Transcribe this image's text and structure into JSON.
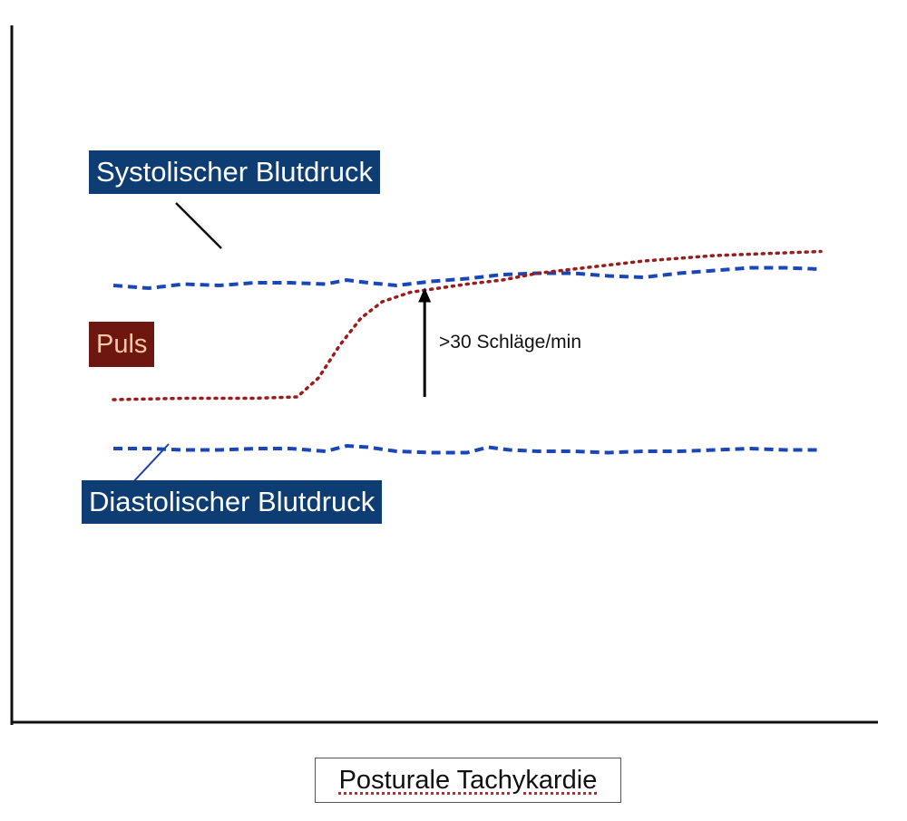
{
  "chart_data": {
    "type": "line",
    "title": "Posturale Tachykardie",
    "xlabel": "",
    "ylabel": "",
    "grid": false,
    "colors": {
      "systolic": "#1a47b8",
      "diastolic": "#1a47b8",
      "pulse": "#9e1b1b",
      "label_box_blue": "#0d3d73",
      "label_box_red": "#6e1710"
    },
    "series": [
      {
        "name": "Systolischer Blutdruck",
        "style": "dashed",
        "x": [
          0,
          0.05,
          0.1,
          0.15,
          0.2,
          0.25,
          0.3,
          0.33,
          0.36,
          0.4,
          0.45,
          0.5,
          0.55,
          0.6,
          0.65,
          0.7,
          0.75,
          0.8,
          0.85,
          0.9,
          0.95,
          1.0
        ],
        "values": [
          0.7,
          0.69,
          0.705,
          0.7,
          0.71,
          0.71,
          0.705,
          0.72,
          0.71,
          0.7,
          0.715,
          0.725,
          0.74,
          0.745,
          0.745,
          0.735,
          0.73,
          0.745,
          0.755,
          0.765,
          0.765,
          0.76
        ]
      },
      {
        "name": "Puls",
        "style": "dotted",
        "x": [
          0,
          0.1,
          0.2,
          0.26,
          0.29,
          0.32,
          0.35,
          0.38,
          0.42,
          0.46,
          0.5,
          0.55,
          0.6,
          0.65,
          0.7,
          0.75,
          0.8,
          0.85,
          0.9,
          0.95,
          1.0
        ],
        "values": [
          0.28,
          0.285,
          0.285,
          0.29,
          0.36,
          0.48,
          0.58,
          0.64,
          0.675,
          0.69,
          0.705,
          0.72,
          0.745,
          0.76,
          0.775,
          0.79,
          0.8,
          0.81,
          0.815,
          0.82,
          0.825
        ]
      },
      {
        "name": "Diastolischer Blutdruck",
        "style": "dashed",
        "x": [
          0,
          0.05,
          0.1,
          0.15,
          0.2,
          0.25,
          0.3,
          0.33,
          0.36,
          0.4,
          0.45,
          0.5,
          0.53,
          0.56,
          0.6,
          0.65,
          0.7,
          0.75,
          0.8,
          0.85,
          0.9,
          0.95,
          1.0
        ],
        "values": [
          0.1,
          0.1,
          0.095,
          0.095,
          0.1,
          0.1,
          0.09,
          0.11,
          0.105,
          0.09,
          0.085,
          0.085,
          0.105,
          0.095,
          0.09,
          0.09,
          0.085,
          0.09,
          0.09,
          0.095,
          0.1,
          0.095,
          0.095
        ]
      }
    ],
    "annotations": [
      {
        "text": ">30 Schläge/min",
        "x": 0.44,
        "from": 0.29,
        "to": 0.685
      }
    ]
  },
  "labels": {
    "systolic": "Systolischer Blutdruck",
    "pulse": "Puls",
    "diastolic": "Diastolischer Blutdruck",
    "annotation": ">30 Schläge/min",
    "caption": "Posturale Tachykardie"
  }
}
